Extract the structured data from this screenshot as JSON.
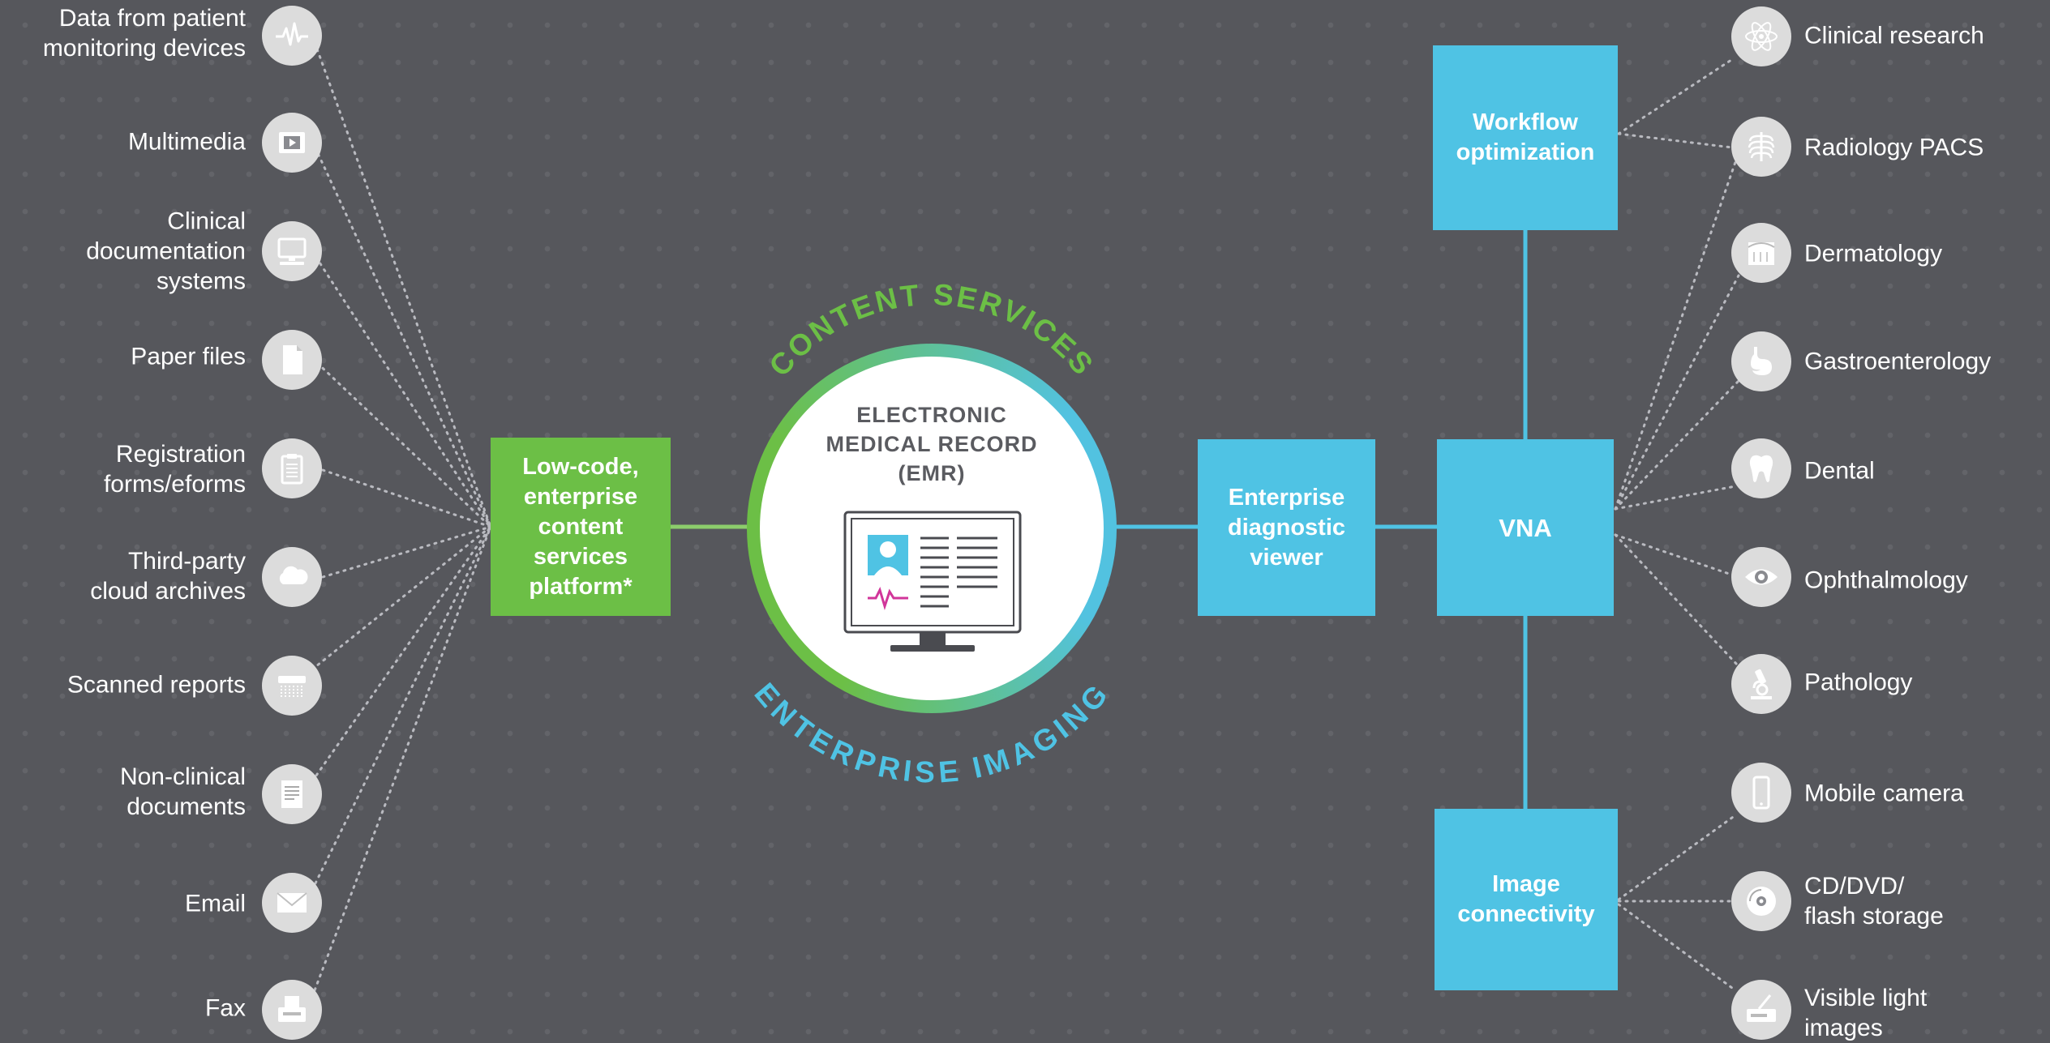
{
  "center": {
    "title": "ELECTRONIC\nMEDICAL RECORD\n(EMR)",
    "arc_top": "CONTENT SERVICES",
    "arc_bottom": "ENTERPRISE IMAGING"
  },
  "boxes": {
    "content_platform": "Low-code,\nenterprise\ncontent\nservices\nplatform*",
    "diagnostic_viewer": "Enterprise\ndiagnostic\nviewer",
    "vna": "VNA",
    "workflow": "Workflow\noptimization",
    "image_connectivity": "Image\nconnectivity"
  },
  "sources": [
    {
      "label": "Data from patient\nmonitoring devices",
      "icon": "heartbeat-icon"
    },
    {
      "label": "Multimedia",
      "icon": "video-icon"
    },
    {
      "label": "Clinical\ndocumentation\nsystems",
      "icon": "computer-icon"
    },
    {
      "label": "Paper files",
      "icon": "paper-file-icon"
    },
    {
      "label": "Registration\nforms/eforms",
      "icon": "clipboard-icon"
    },
    {
      "label": "Third-party\ncloud archives",
      "icon": "cloud-icon"
    },
    {
      "label": "Scanned reports",
      "icon": "scanner-icon"
    },
    {
      "label": "Non-clinical\ndocuments",
      "icon": "document-icon"
    },
    {
      "label": "Email",
      "icon": "envelope-icon"
    },
    {
      "label": "Fax",
      "icon": "fax-icon"
    }
  ],
  "imaging_sources": [
    {
      "label": "Clinical research",
      "icon": "atom-icon"
    },
    {
      "label": "Radiology PACS",
      "icon": "ribcage-icon"
    },
    {
      "label": "Dermatology",
      "icon": "skin-icon"
    },
    {
      "label": "Gastroenterology",
      "icon": "stomach-icon"
    },
    {
      "label": "Dental",
      "icon": "tooth-icon"
    },
    {
      "label": "Ophthalmology",
      "icon": "eye-icon"
    },
    {
      "label": "Pathology",
      "icon": "microscope-icon"
    },
    {
      "label": "Mobile camera",
      "icon": "phone-icon"
    },
    {
      "label": "CD/DVD/\nflash storage",
      "icon": "disc-icon"
    },
    {
      "label": "Visible light\nimages",
      "icon": "light-device-icon"
    }
  ],
  "colors": {
    "background": "#56575c",
    "green": "#6cbf46",
    "blue": "#4fc3e4",
    "icon_bg": "#dcdcdc",
    "icon_fg": "#ffffff",
    "text": "#ffffff"
  }
}
